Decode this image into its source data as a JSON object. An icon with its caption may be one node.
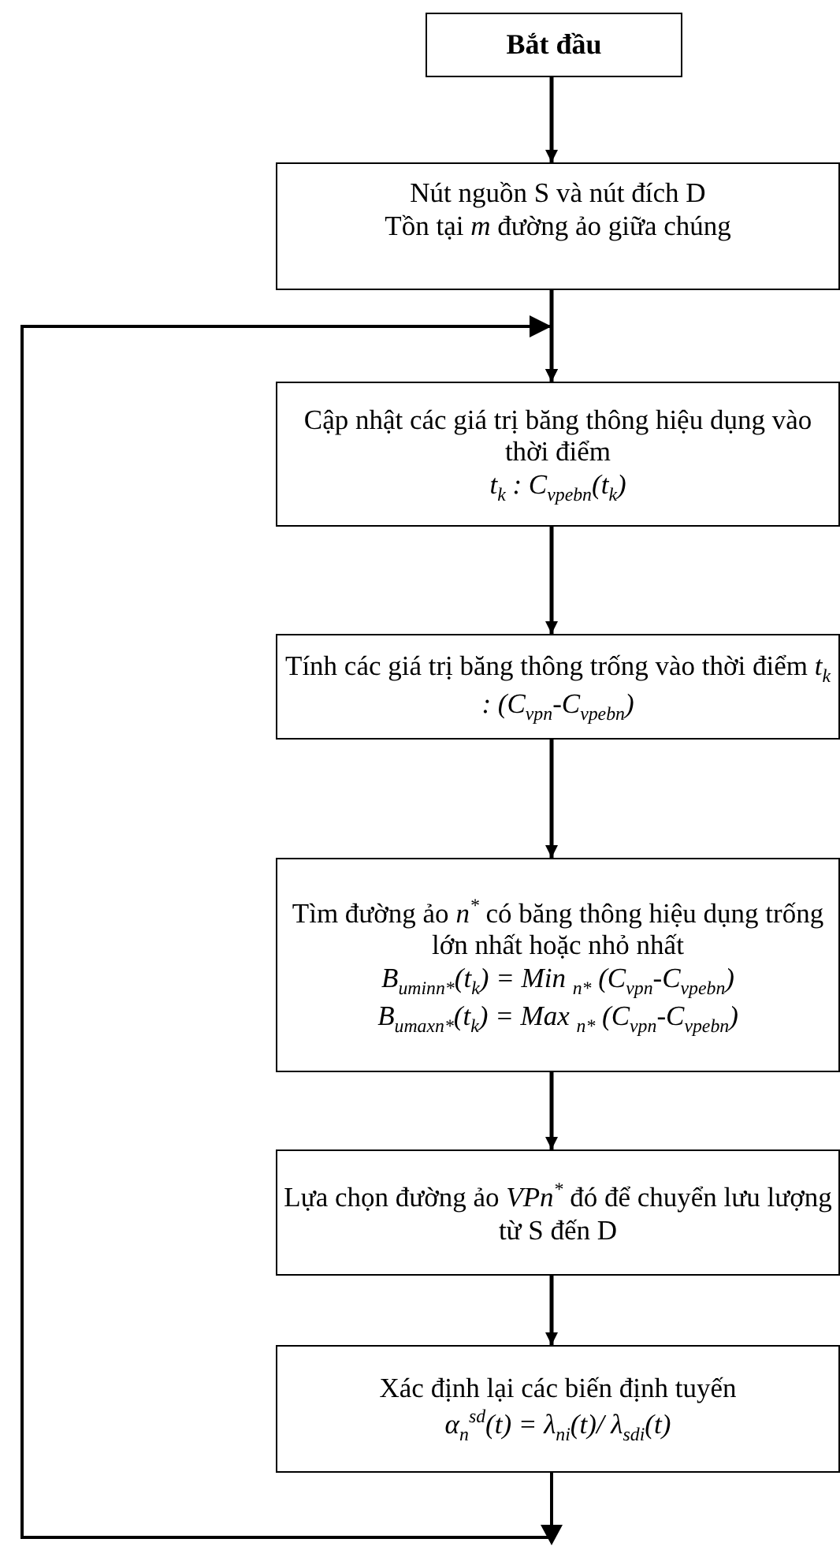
{
  "diagram": {
    "nodes": [
      {
        "text": [
          "Bắt đầu"
        ]
      },
      {
        "text": [
          "Nút nguồn S và nút đích D",
          "Tồn tại *m* đường ảo giữa chúng"
        ]
      },
      {
        "text": [
          "Cập nhật các giá trị băng thông hiệu dụng vào thời điểm",
          "*t*$_{k}$ *: C*$_{vpebn}$*(t*$_{k}$*)*"
        ]
      },
      {
        "text": [
          "Tính các giá trị băng thông trống vào thời điểm *t*$_{k}$ *: (C*$_{vpn}$*-C*$_{vpebn}$*)*"
        ]
      },
      {
        "text": [
          "Tìm đường ảo *n*$^{*}$ có băng thông hiệu dụng trống lớn nhất hoặc nhỏ nhất",
          "*B*$_{uminn*}$*(t*$_{k}$*) = Min* $_{n*}$ *(C*$_{vpn}$*-C*$_{vpebn}$*)*",
          "*B*$_{umaxn*}$*(t*$_{k}$*) = Max* $_{n*}$ *(C*$_{vpn}$*-C*$_{vpebn}$*)*"
        ]
      },
      {
        "text": [
          "Lựa chọn đường ảo *VPn*$^{*}$ đó để chuyển lưu lượng từ S đến D"
        ]
      },
      {
        "text": [
          "Xác định lại các biến định tuyến",
          "*α*$_{n}$$^{sd}$*(t) = λ*$_{ni}$*(t)/ λ*$_{sdi}$*(t)*"
        ]
      }
    ],
    "edges": [
      {
        "from": 0,
        "to": 1,
        "arrow": "to"
      },
      {
        "from": 1,
        "to": 2,
        "arrow": "to"
      },
      {
        "from": 2,
        "to": 3,
        "arrow": "to"
      },
      {
        "from": 3,
        "to": 4,
        "arrow": "to"
      },
      {
        "from": 4,
        "to": 5,
        "arrow": "to"
      },
      {
        "from": 5,
        "to": 6,
        "arrow": "to"
      },
      {
        "from": 6,
        "to": 2,
        "arrow": "to"
      }
    ]
  }
}
